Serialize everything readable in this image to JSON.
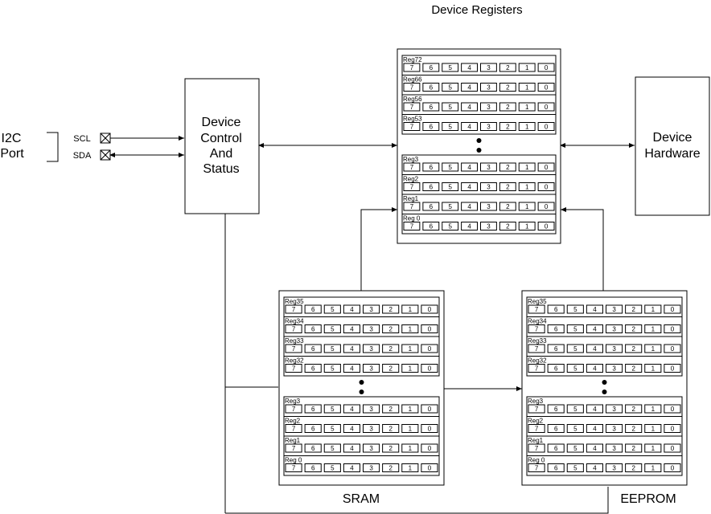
{
  "i2c": {
    "line1": "I2C",
    "line2": "Port",
    "scl": "SCL",
    "sda": "SDA"
  },
  "control": {
    "line1": "Device",
    "line2": "Control",
    "line3": "And",
    "line4": "Status"
  },
  "hardware": {
    "line1": "Device",
    "line2": "Hardware"
  },
  "registers": {
    "title": "Device Registers",
    "groups": [
      [
        "Reg72",
        "Reg66",
        "Reg56",
        "Reg53"
      ],
      [
        "Reg3",
        "Reg2",
        "Reg1",
        "Reg 0"
      ]
    ]
  },
  "sram": {
    "title": "SRAM",
    "groups": [
      [
        "Reg35",
        "Reg34",
        "Reg33",
        "Reg32"
      ],
      [
        "Reg3",
        "Reg2",
        "Reg1",
        "Reg 0"
      ]
    ]
  },
  "eeprom": {
    "title": "EEPROM",
    "groups": [
      [
        "Reg35",
        "Reg34",
        "Reg33",
        "Reg32"
      ],
      [
        "Reg3",
        "Reg2",
        "Reg1",
        "Reg 0"
      ]
    ]
  },
  "bits": [
    "7",
    "6",
    "5",
    "4",
    "3",
    "2",
    "1",
    "0"
  ]
}
